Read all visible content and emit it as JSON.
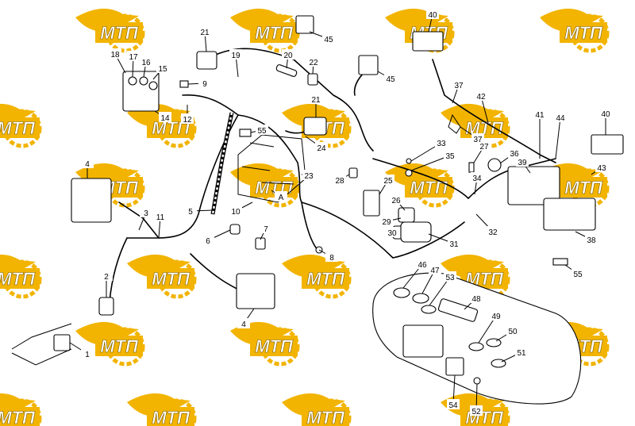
{
  "watermark": {
    "text": "МТП",
    "color": "#f2b400",
    "text_color": "#ffffff"
  },
  "callouts": [
    "1",
    "2",
    "3",
    "4",
    "5",
    "6",
    "7",
    "8",
    "9",
    "10",
    "11",
    "12",
    "14",
    "15",
    "16",
    "17",
    "18",
    "19",
    "20",
    "21",
    "22",
    "23",
    "24",
    "25",
    "26",
    "27",
    "28",
    "29",
    "30",
    "31",
    "32",
    "33",
    "34",
    "35",
    "36",
    "37",
    "38",
    "39",
    "40",
    "41",
    "42",
    "43",
    "44",
    "45",
    "46",
    "47",
    "48",
    "49",
    "50",
    "51",
    "52",
    "53",
    "54",
    "55",
    "A"
  ]
}
